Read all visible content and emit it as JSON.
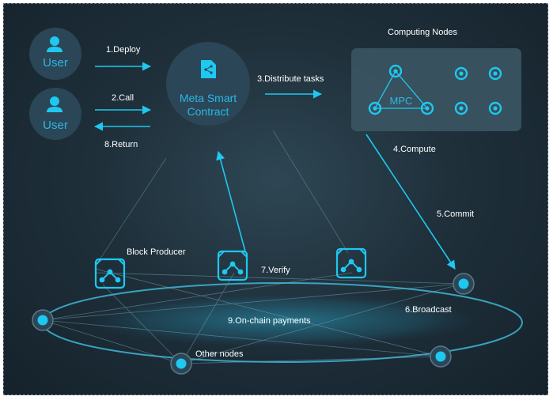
{
  "colors": {
    "accent": "#1ec8f0",
    "node_fill": "#2b4656",
    "panel": "#3b5563",
    "background": "#1c2b35"
  },
  "users": [
    {
      "label": "User",
      "icon": "user-icon"
    },
    {
      "label": "User",
      "icon": "user-icon"
    }
  ],
  "contract": {
    "line1": "Meta Smart",
    "line2": "Contract",
    "icon": "document-share-icon"
  },
  "computing_nodes": {
    "title": "Computing Nodes",
    "mpc_label": "MPC"
  },
  "steps": {
    "deploy": "1.Deploy",
    "call": "2.Call",
    "distribute": "3.Distribute tasks",
    "compute": "4.Compute",
    "commit": "5.Commit",
    "broadcast": "6.Broadcast",
    "verify": "7.Verify",
    "return": "8.Return",
    "payments": "9.On-chain payments"
  },
  "labels": {
    "block_producer": "Block Producer",
    "other_nodes": "Other nodes"
  }
}
